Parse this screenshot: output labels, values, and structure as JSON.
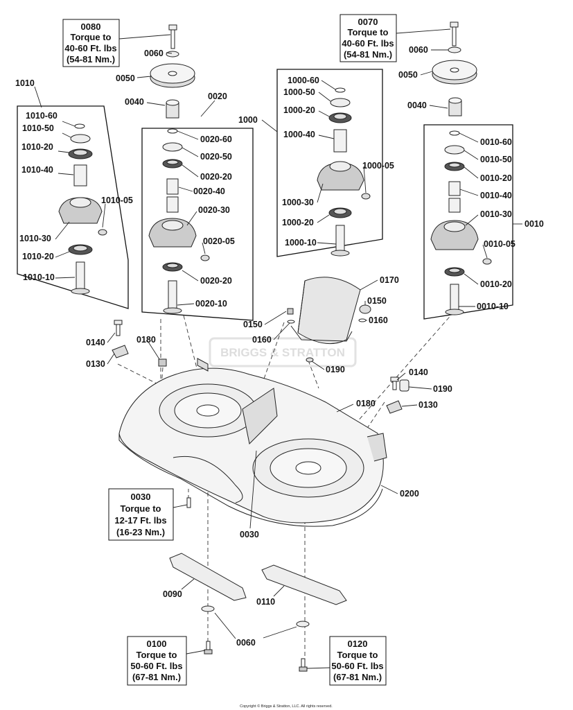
{
  "diagram": {
    "watermark": "BRIGGS & STRATTON",
    "copyright": "Copyright © Briggs & Stratton, LLC. All rights reserved.",
    "torque_boxes": [
      {
        "id": "tb-0080",
        "lines": [
          "0080",
          "Torque to",
          "40-60 Ft. lbs",
          "(54-81 Nm.)"
        ]
      },
      {
        "id": "tb-0070",
        "lines": [
          "0070",
          "Torque to",
          "40-60 Ft. lbs",
          "(54-81 Nm.)"
        ]
      },
      {
        "id": "tb-0030",
        "lines": [
          "0030",
          "Torque to",
          "12-17 Ft. lbs",
          "(16-23 Nm.)"
        ]
      },
      {
        "id": "tb-0100",
        "lines": [
          "0100",
          "Torque to",
          "50-60 Ft. lbs",
          "(67-81 Nm.)"
        ]
      },
      {
        "id": "tb-0120",
        "lines": [
          "0120",
          "Torque to",
          "50-60 Ft. lbs",
          "(67-81 Nm.)"
        ]
      }
    ],
    "labels": [
      "1010",
      "0020",
      "1000",
      "0010",
      "0060",
      "0050",
      "0040",
      "1000-60",
      "1000-50",
      "1000-20",
      "1000-40",
      "1000-05",
      "1000-30",
      "1000-20",
      "1000-10",
      "0060",
      "0050",
      "0040",
      "1010-60",
      "1010-50",
      "1010-20",
      "1010-40",
      "1010-05",
      "1010-30",
      "1010-20",
      "1010-10",
      "0020-60",
      "0020-50",
      "0020-20",
      "0020-40",
      "0020-30",
      "0020-05",
      "0020-20",
      "0020-10",
      "0010-60",
      "0010-50",
      "0010-20",
      "0010-40",
      "0010-30",
      "0010-05",
      "0010-20",
      "0010-10",
      "0170",
      "0150",
      "0160",
      "0150",
      "0160",
      "0190",
      "0140",
      "0130",
      "0180",
      "0140",
      "0190",
      "0130",
      "0180",
      "0200",
      "0030",
      "0090",
      "0110",
      "0060"
    ]
  }
}
